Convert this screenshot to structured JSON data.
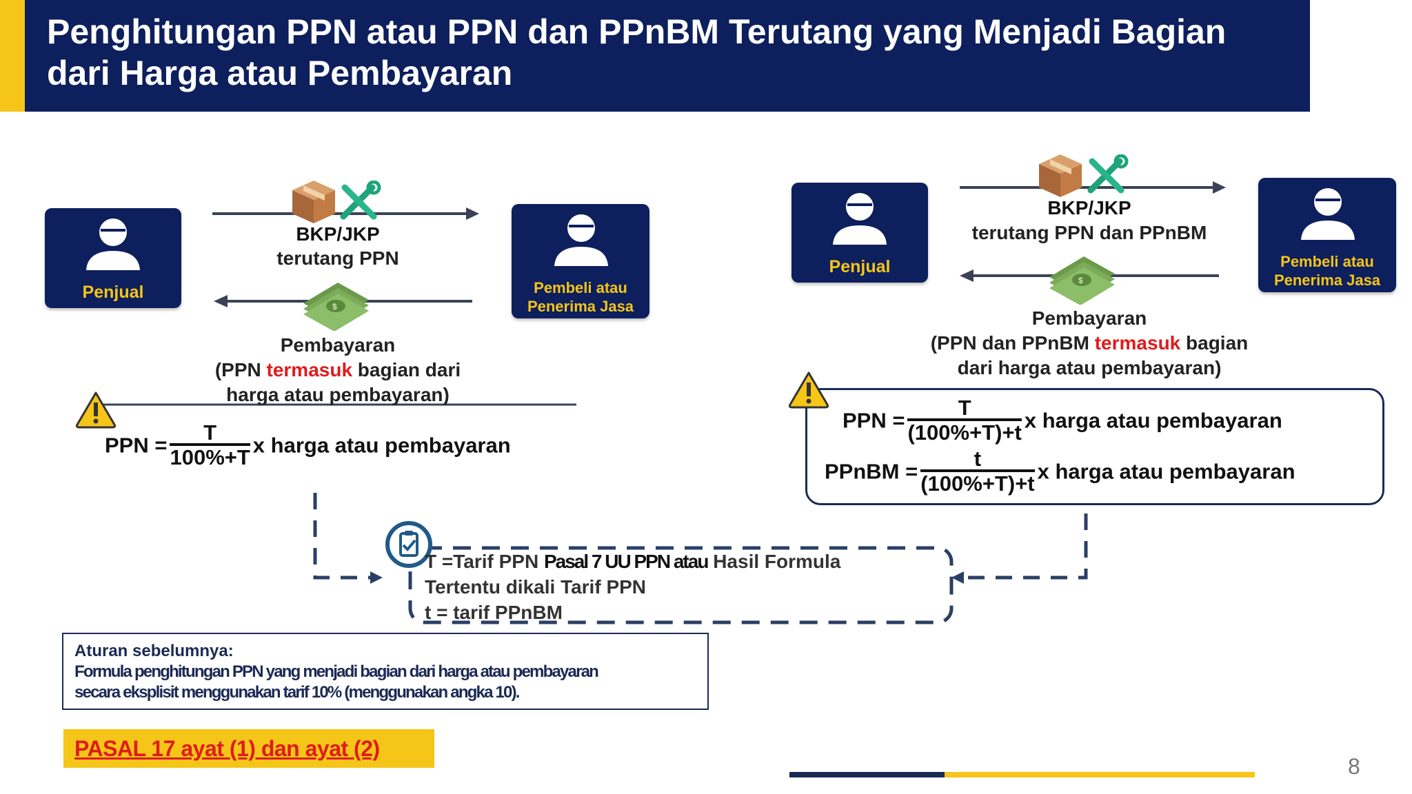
{
  "slide": {
    "title": "Penghitungan PPN atau PPN dan PPnBM Terutang yang Menjadi Bagian dari Harga atau Pembayaran",
    "page_number": "8"
  },
  "left": {
    "seller": "Penjual",
    "buyer": "Pembeli atau Penerima Jasa",
    "goods_line1": "BKP/JKP",
    "goods_line2": "terutang PPN",
    "payment_line1": "Pembayaran",
    "payment_pre": "(PPN ",
    "payment_red": "termasuk",
    "payment_post": " bagian dari",
    "payment_line3": "harga atau pembayaran)",
    "formula_label": "PPN =",
    "formula_num": "T",
    "formula_den": "100%+T",
    "formula_tail": "x harga atau pembayaran"
  },
  "right": {
    "seller": "Penjual",
    "buyer": "Pembeli atau Penerima Jasa",
    "goods_line1": "BKP/JKP",
    "goods_line2": "terutang PPN dan PPnBM",
    "payment_line1": "Pembayaran",
    "payment_pre": "(PPN dan PPnBM ",
    "payment_red": "termasuk",
    "payment_post": " bagian",
    "payment_line3": "dari harga atau pembayaran)",
    "ppn_label": "PPN =",
    "ppn_num": "T",
    "ppn_den": "(100%+T)+t",
    "ppn_tail": "x harga atau pembayaran",
    "ppnbm_label": "PPnBM =",
    "ppnbm_num": "t",
    "ppnbm_den": "(100%+T)+t",
    "ppnbm_tail": "x harga atau pembayaran"
  },
  "definitions": {
    "line1_a": "T =Tarif PPN ",
    "line1_b": "Pasal 7 UU PPN atau",
    "line1_c": " Hasil Formula",
    "line2": "Tertentu dikali Tarif PPN",
    "line3": "t = tarif PPnBM"
  },
  "previous_rule": {
    "heading": "Aturan sebelumnya:",
    "body_line1": "Formula penghitungan PPN yang menjadi bagian dari harga atau pembayaran",
    "body_line2": "secara eksplisit menggunakan tarif 10% (menggunakan angka 10)."
  },
  "legal_basis": "PASAL 17 ayat (1) dan ayat (2)",
  "colors": {
    "navy": "#0d1f5c",
    "yellow": "#f5c518",
    "red": "#e01b1b",
    "arrow": "#3b4256",
    "dash": "#2b3f66"
  },
  "icons": [
    "person-icon",
    "package-icon",
    "tools-icon",
    "money-icon",
    "warning-icon",
    "checklist-icon"
  ]
}
